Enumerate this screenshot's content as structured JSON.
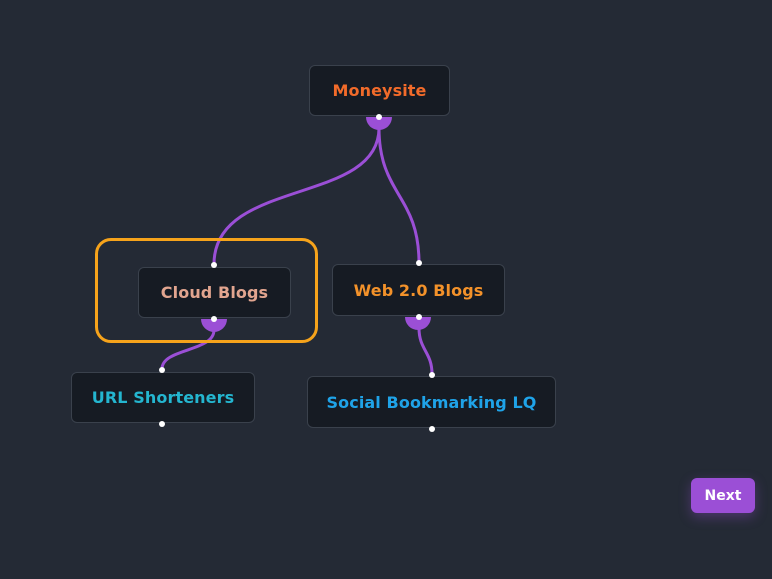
{
  "colors": {
    "background": "#242a35",
    "node_background": "#161b23",
    "node_border": "#3a414c",
    "edge": "#9b4fd6",
    "highlight": "#f6a31b",
    "next_button": "#9b4fd6"
  },
  "nodes": {
    "moneysite": {
      "label": "Moneysite",
      "color": "#f26b2a"
    },
    "cloud_blogs": {
      "label": "Cloud Blogs",
      "color": "#e2a58f",
      "highlighted": true
    },
    "web20_blogs": {
      "label": "Web 2.0 Blogs",
      "color": "#f3922a"
    },
    "url_shorteners": {
      "label": "URL Shorteners",
      "color": "#24b6d0"
    },
    "social_bookmarking": {
      "label": "Social Bookmarking LQ",
      "color": "#1fa3e8"
    }
  },
  "edges": [
    {
      "from": "Moneysite",
      "to": "Cloud Blogs"
    },
    {
      "from": "Moneysite",
      "to": "Web 2.0 Blogs"
    },
    {
      "from": "Cloud Blogs",
      "to": "URL Shorteners"
    },
    {
      "from": "Web 2.0 Blogs",
      "to": "Social Bookmarking LQ"
    }
  ],
  "actions": {
    "next_label": "Next"
  }
}
